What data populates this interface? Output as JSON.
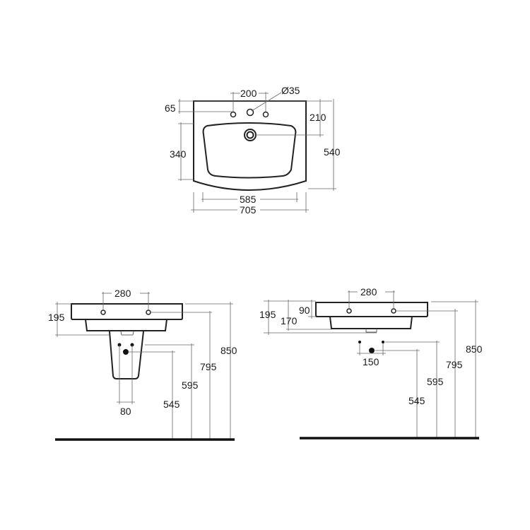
{
  "diagram": {
    "type": "technical drawing",
    "subject": "washbasin dimensional drawing",
    "units": "mm",
    "views": [
      {
        "name": "top view",
        "dimensions": {
          "tap_hole_spacing": "200",
          "tap_hole_diameter": "Ø35",
          "back_to_tap_holes": "65",
          "back_to_waste": "210",
          "bowl_depth": "340",
          "overall_depth": "540",
          "bowl_width": "585",
          "overall_width": "705"
        }
      },
      {
        "name": "front view with semi-pedestal",
        "dimensions": {
          "tap_hole_spacing": "280",
          "basin_height": "195",
          "supply_spacing": "80",
          "waste_height": "545",
          "supply_height": "595",
          "rim_height": "795",
          "overall_height": "850"
        }
      },
      {
        "name": "front view wall-hung",
        "dimensions": {
          "tap_hole_spacing": "280",
          "basin_height": "195",
          "bowl_height": "170",
          "rim_thickness": "90",
          "supply_spacing": "150",
          "waste_height": "545",
          "supply_height": "595",
          "rim_height": "795",
          "overall_height": "850"
        }
      }
    ]
  }
}
